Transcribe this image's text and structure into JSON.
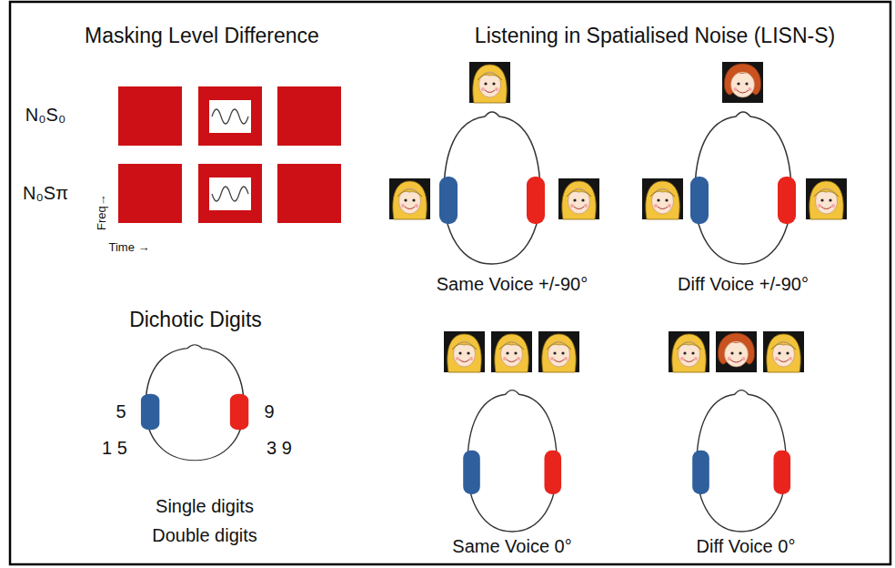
{
  "diagram": {
    "labels": [
      "Masking Level Difference",
      "N₀S₀",
      "N₀Sπ",
      "Freq→",
      "Time →",
      "Listening in Spatialised Noise (LISN-S)",
      "Same Voice +/-90°",
      "Diff Voice +/-90°",
      "Dichotic Digits",
      "5",
      "9",
      "1 5",
      "3 9",
      "Same Voice 0°",
      "Diff Voice 0°",
      "Single digits",
      "Double digits"
    ]
  }
}
